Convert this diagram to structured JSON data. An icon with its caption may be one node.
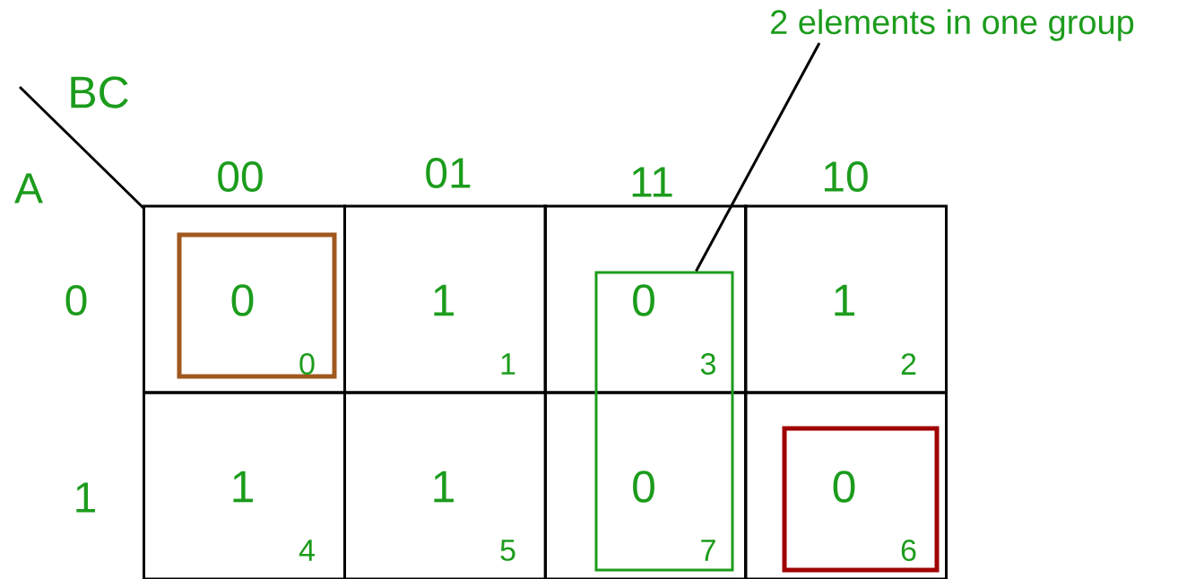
{
  "diagram": {
    "nodes": [
      {
        "text": [
          "2 elements in one group"
        ]
      },
      {
        "text": [],
        "shape": "box"
      },
      {
        "text": [
          "1",
          "1"
        ]
      },
      {
        "text": [
          "0",
          "3"
        ]
      },
      {
        "text": [
          "1",
          "2"
        ]
      },
      {
        "text": [
          "1",
          "4"
        ]
      },
      {
        "text": [
          "1",
          "5"
        ]
      },
      {
        "text": [
          "0",
          "7"
        ]
      },
      {
        "text": [],
        "shape": "box"
      },
      {
        "text": [
          "0",
          "0"
        ],
        "in": 1
      },
      {
        "text": [],
        "shape": "box"
      },
      {
        "text": [
          "0",
          "6"
        ],
        "in": 8
      }
    ],
    "edges": [
      {
        "from": 0,
        "to": 10,
        "arrow": "none"
      }
    ],
    "labels": [
      "BC",
      "A",
      "00",
      "01",
      "11",
      "10",
      "0",
      "1"
    ]
  }
}
